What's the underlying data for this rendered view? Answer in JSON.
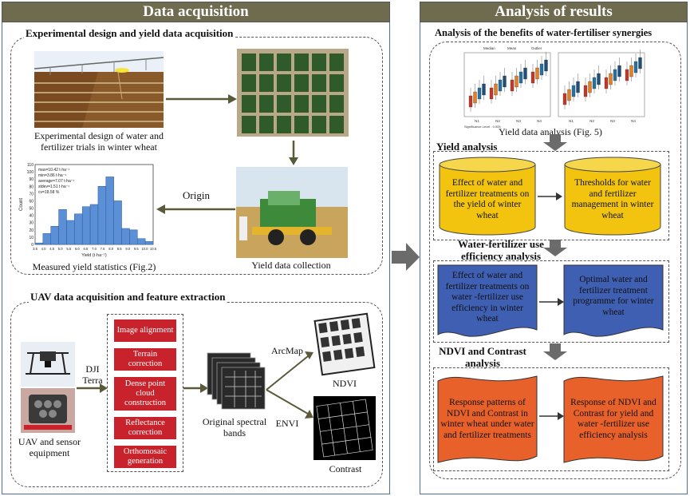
{
  "left_panel": {
    "header": "Data acquisition",
    "section1": {
      "title": "Experimental design and yield data acquisition",
      "design_caption": "Experimental design of water and fertilizer trials in winter wheat",
      "origin_label": "Origin",
      "collection_caption": "Yield data collection",
      "histogram_caption": "Measured yield statistics (Fig.2)"
    },
    "section2": {
      "title": "UAV data acquisition and feature extraction",
      "dji_label": "DJI Terra",
      "uav_caption": "UAV and sensor equipment",
      "steps": [
        "Image alignment",
        "Terrain correction",
        "Dense point cloud construction",
        "Reflectance correction",
        "Orthomosaic generation"
      ],
      "bands_caption": "Original spectral bands",
      "arcmap_label": "ArcMap",
      "envi_label": "ENVI",
      "ndvi_label": "NDVI",
      "contrast_label": "Contrast"
    }
  },
  "right_panel": {
    "header": "Analysis of results",
    "benefits_title": "Analysis of the benefits of water-fertiliser synergies",
    "yield_fig_caption": "Yield data analysis (Fig. 5)",
    "boxplot_legend": [
      "Median",
      "Mean",
      "Outlier"
    ],
    "boxplot_sig_label": "Significance Level : 0.005",
    "boxplot_groups": [
      "N1",
      "N2",
      "N3",
      "N4"
    ],
    "yield_analysis": {
      "title": "Yield analysis",
      "left": "Effect of water and fertilizer treatments on the yield of winter wheat",
      "right": "Thresholds for water and fertilizer management in winter wheat"
    },
    "wue_analysis": {
      "title": "Water-fertilizer use efficiency analysis",
      "left": "Effect of water and fertilizer treatments on water -fertilizer use efficiency in winter wheat",
      "right": "Optimal water and fertilizer treatment programme for winter wheat"
    },
    "ndvi_analysis": {
      "title": "NDVI and Contrast analysis",
      "left": "Response patterns of NDVI and Contrast in winter wheat under water and fertilizer treatments",
      "right": "Response of NDVI and Contrast for yield and water -fertilizer use efficiency analysis"
    }
  },
  "histogram": {
    "stats": [
      "max=10.42 t·ha⁻¹",
      "min=3.86 t·ha⁻¹",
      "average=7.07 t·ha⁻¹",
      "stdev=1.51 t·ha⁻¹",
      "cv=18.58 %"
    ],
    "xlabel": "Yield (t·ha⁻¹)",
    "ylabel": "Count",
    "y_ticks": [
      "0",
      "10",
      "20",
      "30",
      "40",
      "50",
      "60",
      "70",
      "80",
      "90",
      "100",
      "110"
    ],
    "x_ticks": [
      "3.5",
      "4.0",
      "4.5",
      "5.0",
      "5.5",
      "6.0",
      "6.5",
      "7.0",
      "7.5",
      "8.0",
      "8.5",
      "9.0",
      "9.5",
      "10.0",
      "10.5"
    ],
    "counts": [
      2,
      15,
      25,
      48,
      33,
      42,
      52,
      55,
      80,
      93,
      60,
      22,
      20,
      8,
      4
    ],
    "ymax": 110
  },
  "colors": {
    "header_bg": "#6f6b4f",
    "panel_border": "#4a6fa5",
    "yellow": "#f2c40f",
    "blue": "#3f5fb3",
    "orange": "#e8612a",
    "red_step": "#c8232c",
    "hist_bar": "#5b8fd6"
  }
}
